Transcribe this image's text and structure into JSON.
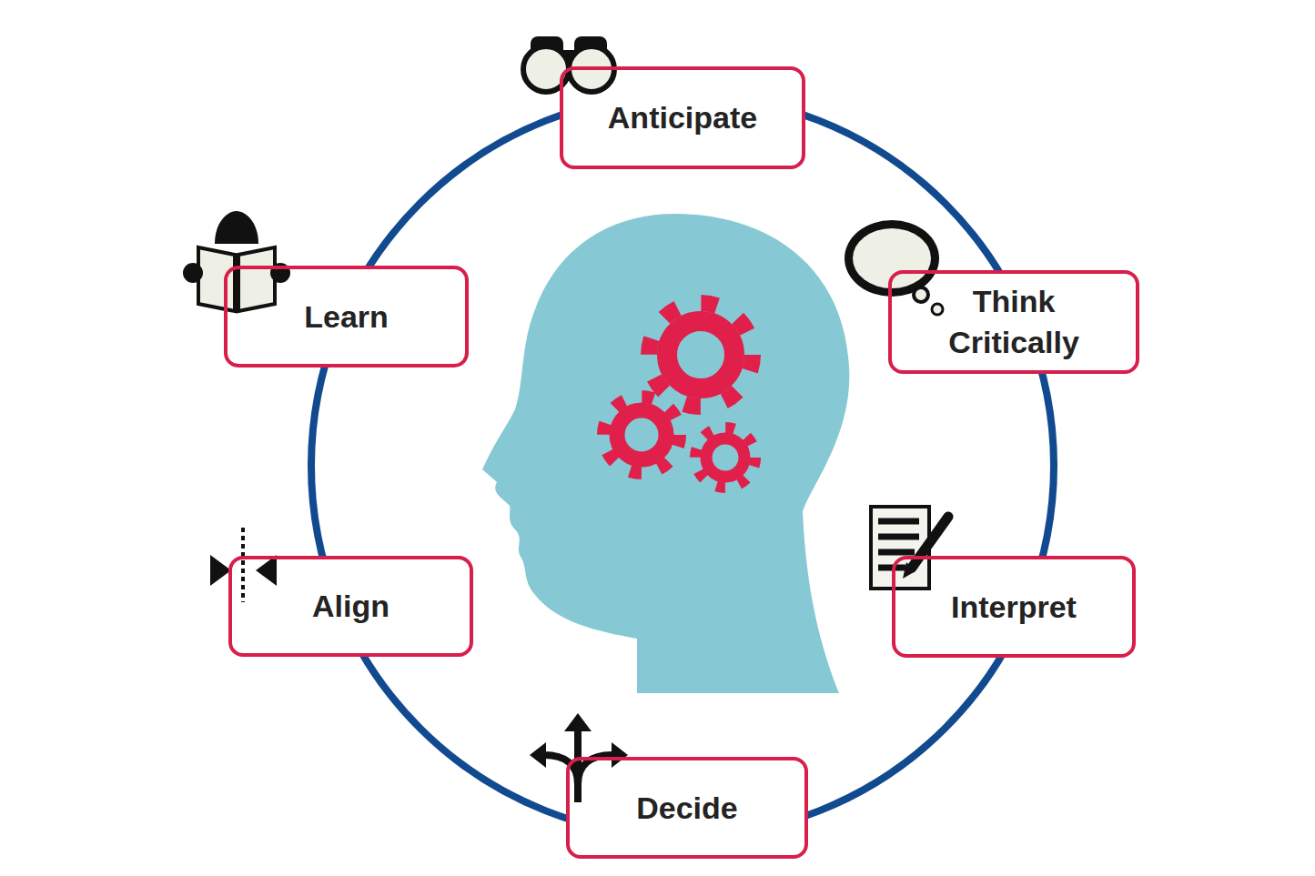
{
  "diagram": {
    "nodes": [
      {
        "text": [
          "Anticipate"
        ]
      },
      {
        "text": [
          "Think Critically"
        ]
      },
      {
        "text": [
          "Interpret"
        ]
      },
      {
        "text": [
          "Decide"
        ]
      },
      {
        "text": [
          "Align"
        ]
      },
      {
        "text": [
          "Learn"
        ]
      }
    ]
  }
}
